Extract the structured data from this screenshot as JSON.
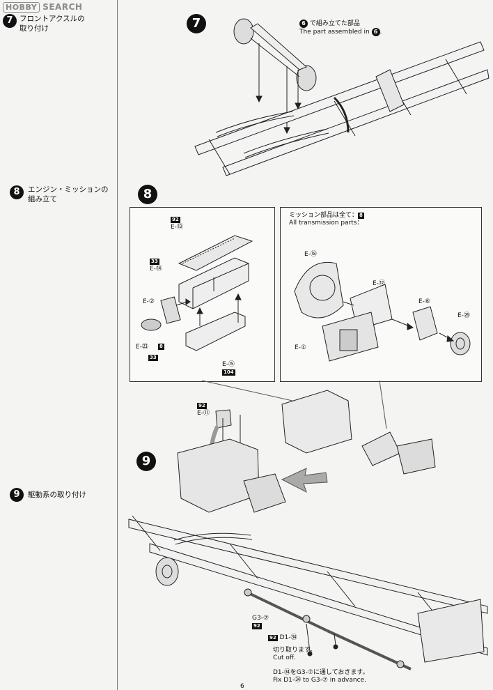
{
  "watermark": {
    "logo": "HOBBY",
    "text": "SEARCH"
  },
  "page_number": "6",
  "steps": [
    {
      "number": "7",
      "text_line1": "フロントアクスルの",
      "text_line2": "取り付け"
    },
    {
      "number": "8",
      "text_line1": "エンジン・ミッションの",
      "text_line2": "組み立て"
    },
    {
      "number": "9",
      "text_line1": "駆動系の取り付け",
      "text_line2": ""
    }
  ],
  "step7": {
    "callout_num": "6",
    "callout_jp": "で組み立てた部品",
    "callout_en": "The part assembled in"
  },
  "step8": {
    "left_parts": [
      {
        "pc": "92",
        "part": "E-⑬"
      },
      {
        "pc": "33",
        "part": "E-⑭"
      },
      {
        "pc": "",
        "part": "E-②"
      },
      {
        "pc": "",
        "part": "E-㉓"
      },
      {
        "pc": "8",
        "part": ""
      },
      {
        "pc": "33",
        "part": ""
      },
      {
        "pc": "104",
        "part": "E-⑮"
      }
    ],
    "right_header_jp": "ミッション部品は全て：",
    "right_header_pc": "8",
    "right_header_en": "All transmission parts：",
    "right_parts": [
      "E-⑱",
      "E-⑫",
      "E-⑥",
      "E-㉖",
      "E-①"
    ]
  },
  "step9": {
    "exhaust_pc": "92",
    "exhaust_part": "E-⑪",
    "shaft_part": "G3-⑦",
    "shaft_pc": "92",
    "d1_pc": "92",
    "d1_part": "D1-㉞",
    "cut_jp": "切り取ります。",
    "cut_en": "Cut off.",
    "fix_jp": "D1-㉞をG3-⑦に通しておきます。",
    "fix_en": "Fix D1-㉞ to G3-⑦ in advance."
  }
}
